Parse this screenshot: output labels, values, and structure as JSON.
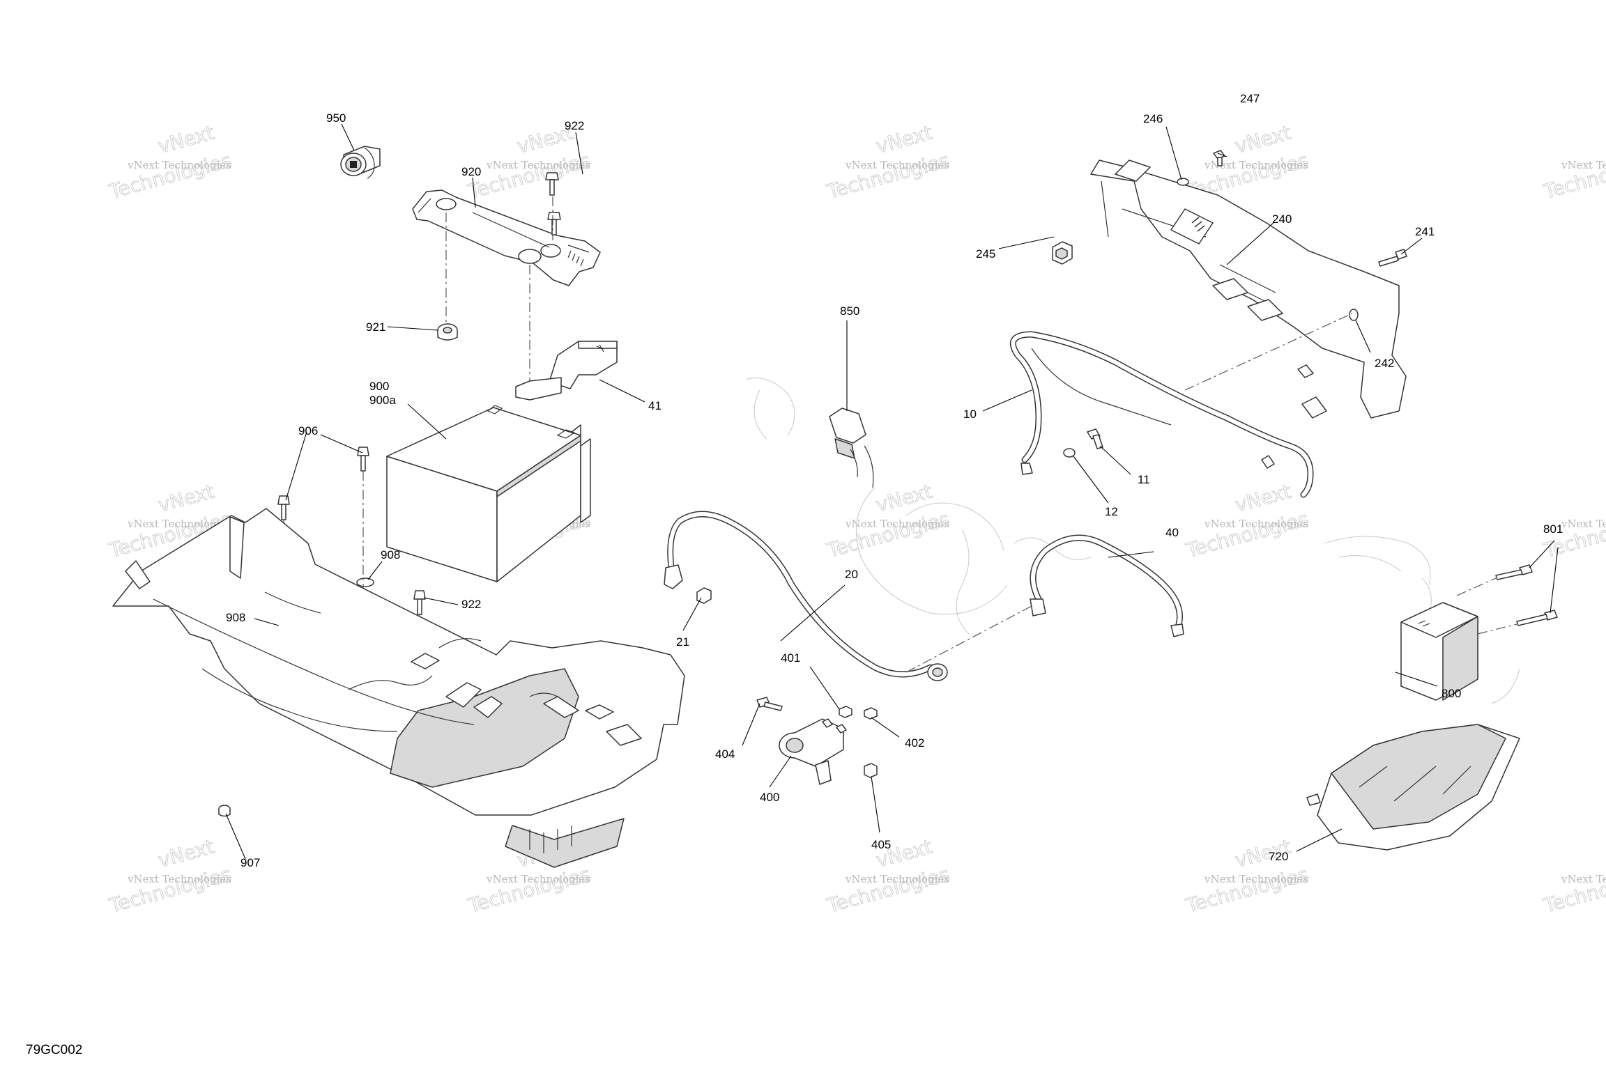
{
  "diagram_code": "79GC002",
  "watermark": {
    "line1": "vNext Technologies",
    "line2": "Technologies",
    "line3": "vNext"
  },
  "callouts": {
    "c950": "950",
    "c922a": "922",
    "c920": "920",
    "c921": "921",
    "c900": "900",
    "c900a": "900a",
    "c41": "41",
    "c906": "906",
    "c908a": "908",
    "c908b": "908",
    "c922b": "922",
    "c907": "907",
    "c850": "850",
    "c20": "20",
    "c21": "21",
    "c401": "401",
    "c402": "402",
    "c404": "404",
    "c400": "400",
    "c405": "405",
    "c247": "247",
    "c246": "246",
    "c240": "240",
    "c241": "241",
    "c245": "245",
    "c242": "242",
    "c10": "10",
    "c11": "11",
    "c12": "12",
    "c40": "40",
    "c801": "801",
    "c800": "800",
    "c720": "720"
  }
}
